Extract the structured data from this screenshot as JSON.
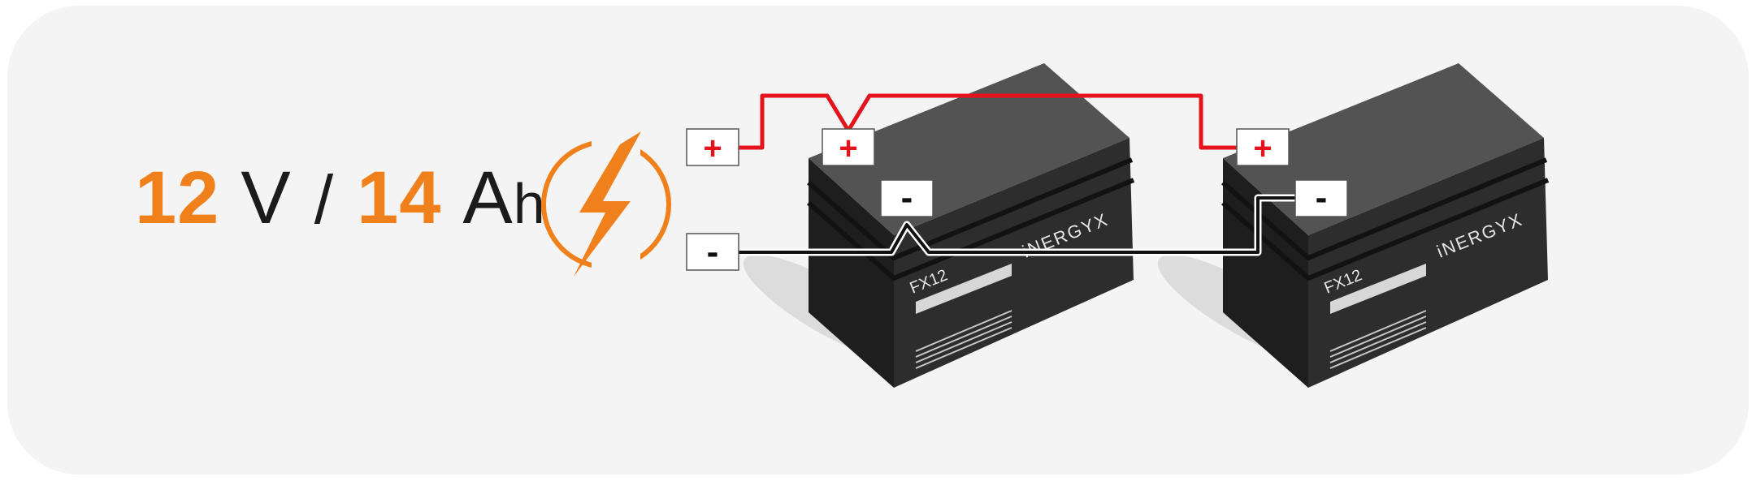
{
  "headline": {
    "voltage_value": "12",
    "voltage_unit": "V",
    "separator": "/",
    "capacity_value": "14",
    "capacity_unit_main": "A",
    "capacity_unit_sub": "h"
  },
  "terminals": {
    "positive_symbol": "+",
    "negative_symbol": "-"
  },
  "batteries": [
    {
      "model": "FX12",
      "brand": "iNERGYX"
    },
    {
      "model": "FX12",
      "brand": "iNERGYX"
    }
  ],
  "colors": {
    "accent": "#f0801c",
    "positive_wire": "#e3141b",
    "negative_wire": "#111111",
    "battery_top": "#535353",
    "battery_body": "#2d2d2d",
    "panel_bg": "#f4f4f4"
  },
  "icons": [
    "lightning-bolt-icon"
  ]
}
